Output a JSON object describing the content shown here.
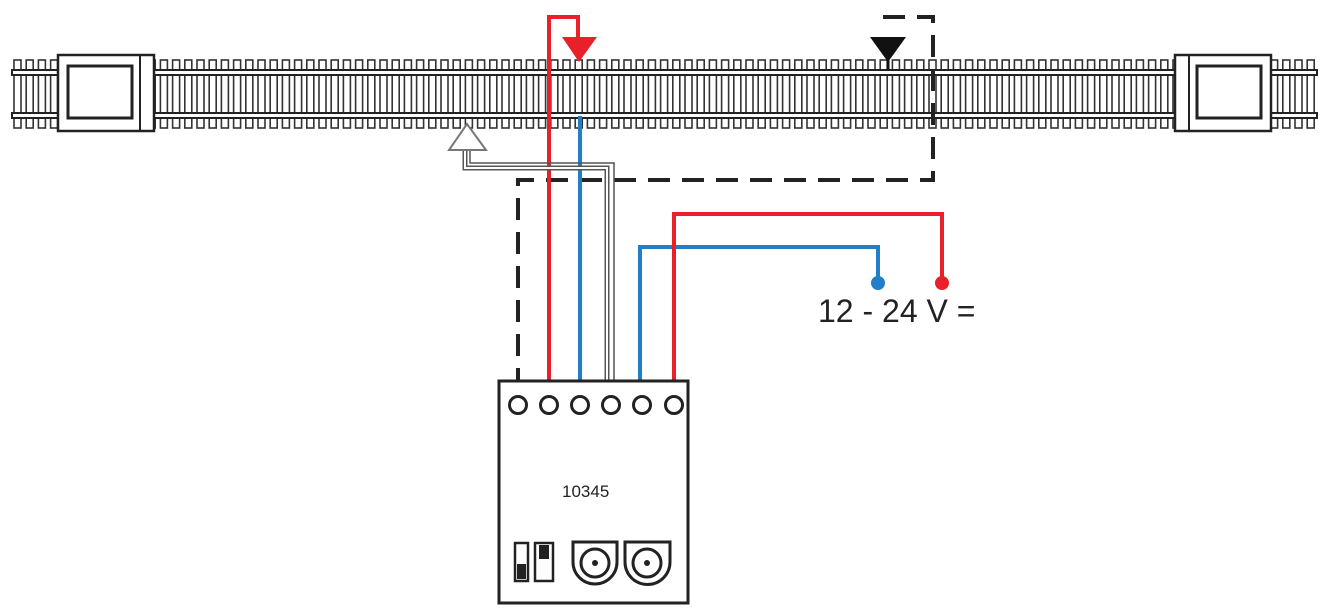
{
  "diagram": {
    "voltage_label": "12 - 24 V =",
    "module_label": "10345"
  },
  "colors": {
    "positive_wire": "#e8202a",
    "negative_wire": "#1f7fc8",
    "outline": "#222222",
    "feedback_wire": "#555555",
    "dashed_line": "#222222"
  },
  "icons": {
    "red_arrow": "down-arrow-red",
    "black_arrow": "down-arrow-black",
    "white_arrow": "up-arrow-white"
  }
}
